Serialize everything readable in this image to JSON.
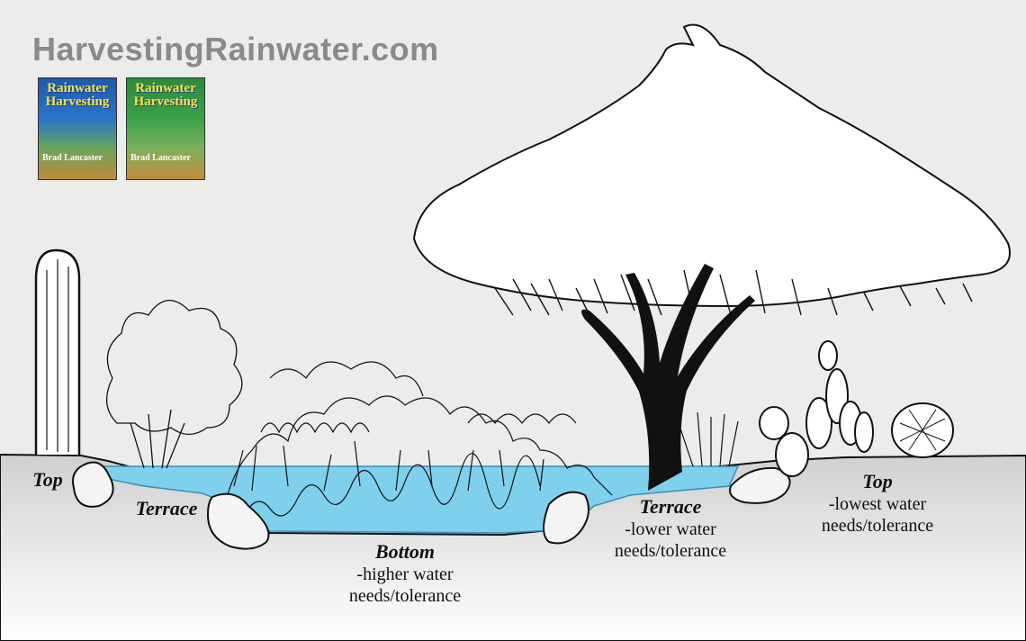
{
  "header": {
    "site_title": "HarvestingRainwater.com"
  },
  "books": [
    {
      "title": "Rainwater Harvesting",
      "author_fragment": "Brad Lancaster",
      "cover_color": "#1f5aa8"
    },
    {
      "title": "Rainwater Harvesting",
      "author_fragment": "Brad Lancaster",
      "cover_color": "#2d8a3a"
    }
  ],
  "labels": {
    "top_left": {
      "zone": "Top"
    },
    "terrace_left": {
      "zone": "Terrace"
    },
    "bottom": {
      "zone": "Bottom",
      "line1": "-higher water",
      "line2": "needs/tolerance"
    },
    "terrace_right": {
      "zone": "Terrace",
      "line1": "-lower water",
      "line2": "needs/tolerance"
    },
    "top_right": {
      "zone": "Top",
      "line1": "-lowest water",
      "line2": "needs/tolerance"
    }
  },
  "colors": {
    "water": "#7fd0ec",
    "ground": "#c9c9c9",
    "sky": "#ececea",
    "ink": "#111111"
  }
}
